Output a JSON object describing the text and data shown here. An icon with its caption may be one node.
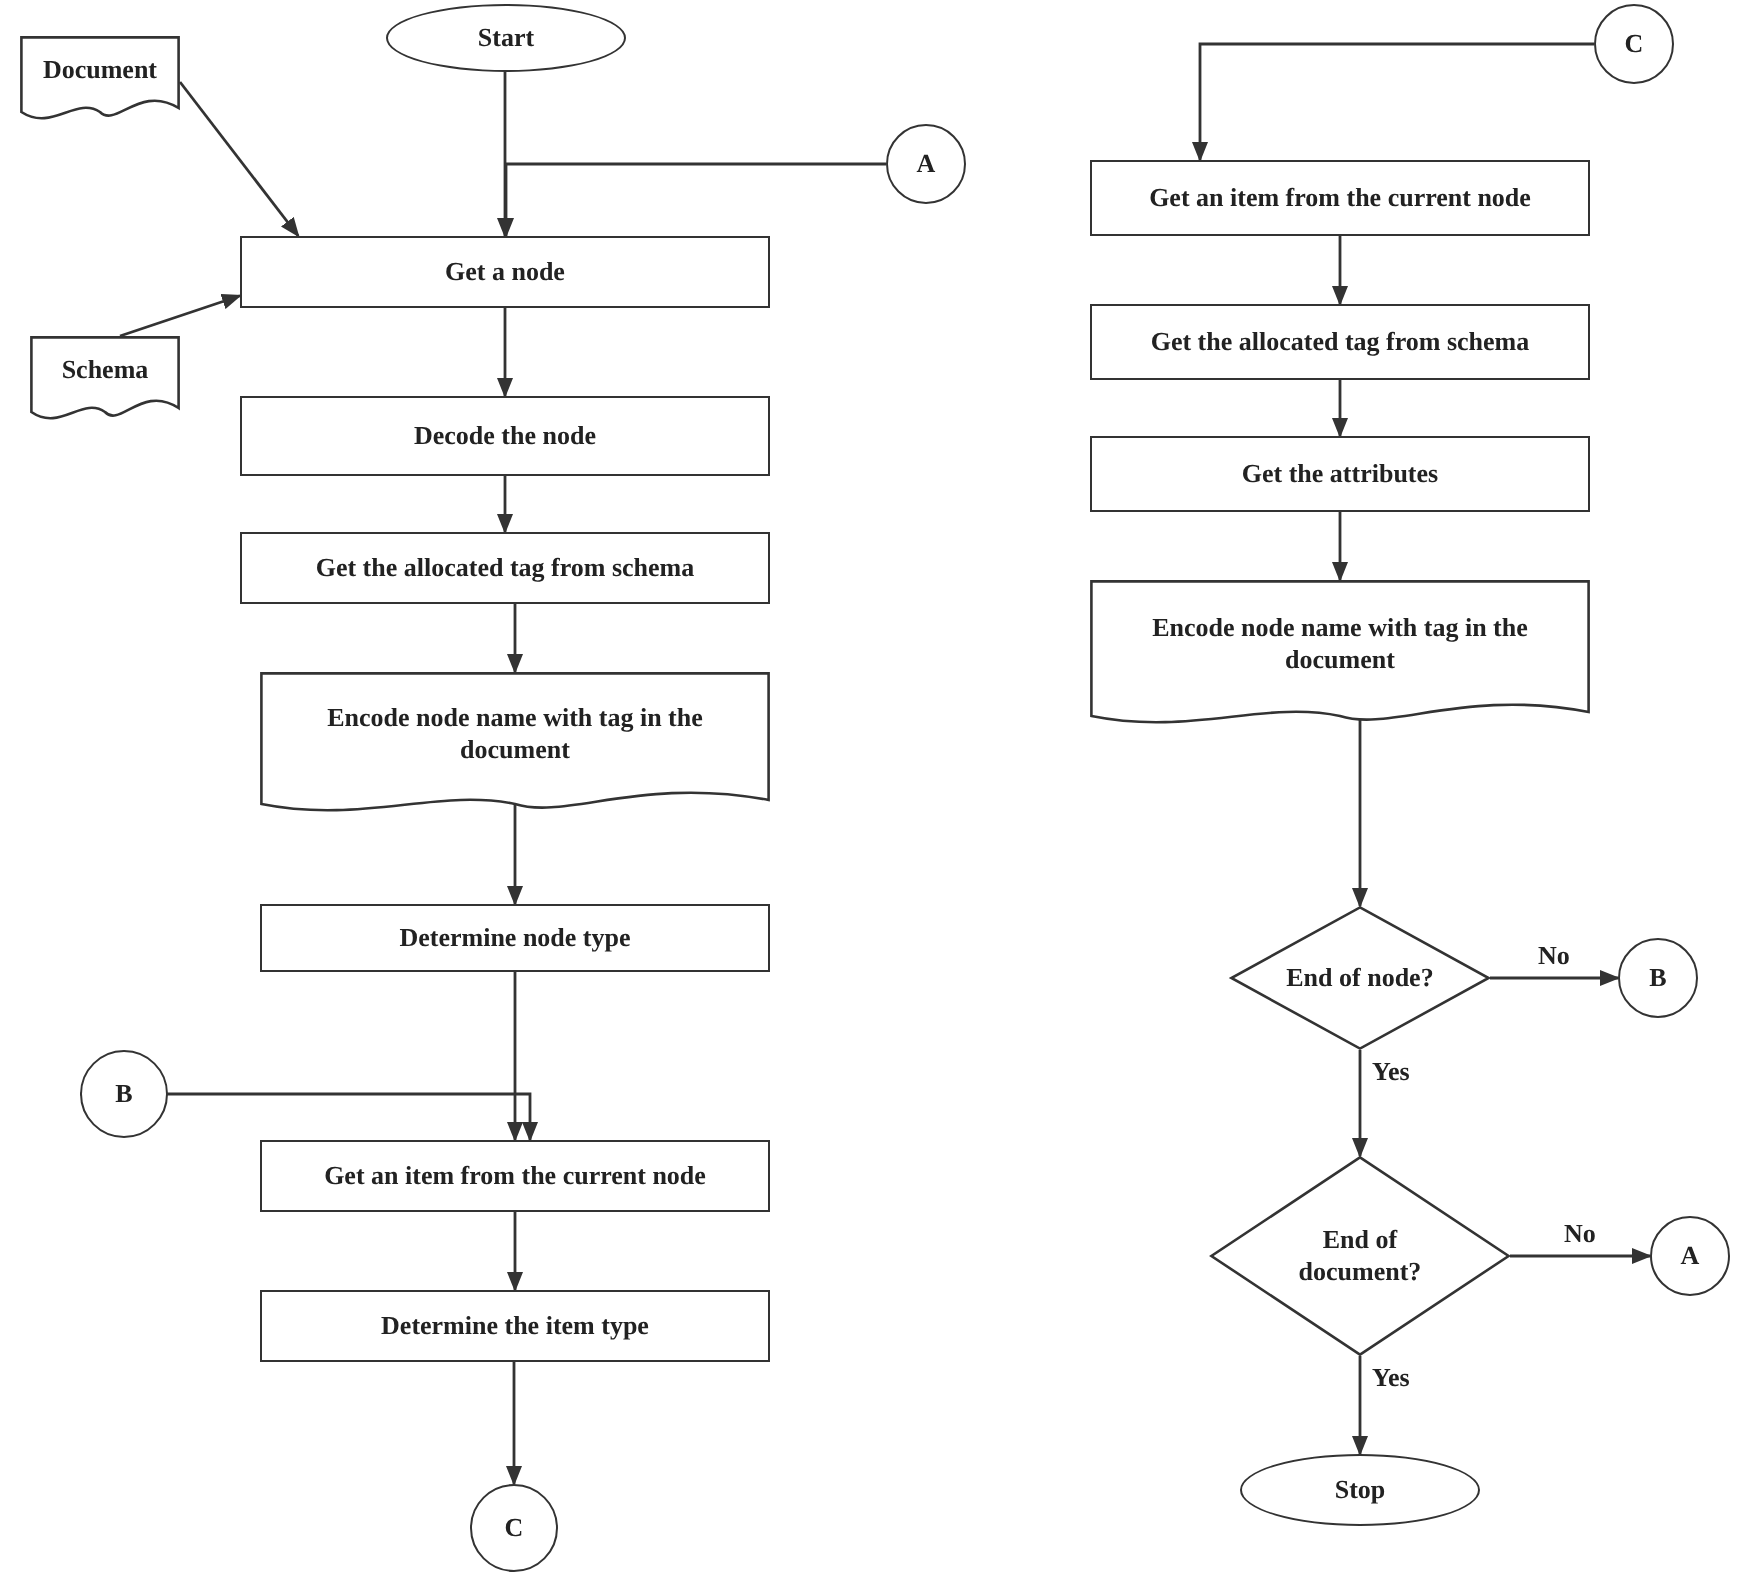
{
  "diagram": {
    "nodes": [
      {
        "text": [
          "Start"
        ]
      },
      {
        "text": [
          "Document"
        ]
      },
      {
        "text": [
          "A"
        ]
      },
      {
        "text": [
          "Get a node"
        ]
      },
      {
        "text": [
          "Schema"
        ]
      },
      {
        "text": [
          "Decode the node"
        ]
      },
      {
        "text": [
          "Get the allocated tag from schema"
        ]
      },
      {
        "text": [
          "Encode node name with tag in the document"
        ]
      },
      {
        "text": [
          "Determine node type"
        ]
      },
      {
        "text": [
          "B"
        ]
      },
      {
        "text": [
          "Get an item from the current node"
        ]
      },
      {
        "text": [
          "Determine the item type"
        ]
      },
      {
        "text": [
          "C"
        ]
      },
      {
        "text": [
          "C"
        ]
      },
      {
        "text": [
          "Get an item from the current node"
        ]
      },
      {
        "text": [
          "Get the allocated tag from schema"
        ]
      },
      {
        "text": [
          "Get the attributes"
        ]
      },
      {
        "text": [
          "Encode node name with tag in the document"
        ]
      },
      {
        "text": [
          "End of node?"
        ]
      },
      {
        "text": [
          "B"
        ]
      },
      {
        "text": [
          "End of document?"
        ]
      },
      {
        "text": [
          "A"
        ]
      },
      {
        "text": [
          "Stop"
        ]
      }
    ],
    "edges": [
      {
        "from": 0,
        "to": 3,
        "arrow": "to"
      },
      {
        "from": 2,
        "to": 3,
        "arrow": "to"
      },
      {
        "from": 1,
        "to": 3,
        "arrow": "to"
      },
      {
        "from": 4,
        "to": 3,
        "arrow": "to"
      },
      {
        "from": 3,
        "to": 5,
        "arrow": "to"
      },
      {
        "from": 5,
        "to": 6,
        "arrow": "to"
      },
      {
        "from": 6,
        "to": 7,
        "arrow": "to"
      },
      {
        "from": 7,
        "to": 8,
        "arrow": "to"
      },
      {
        "from": 8,
        "to": 10,
        "arrow": "to"
      },
      {
        "from": 9,
        "to": 10,
        "arrow": "to"
      },
      {
        "from": 10,
        "to": 11,
        "arrow": "to"
      },
      {
        "from": 11,
        "to": 12,
        "arrow": "to"
      },
      {
        "from": 13,
        "to": 14,
        "arrow": "to"
      },
      {
        "from": 14,
        "to": 15,
        "arrow": "to"
      },
      {
        "from": 15,
        "to": 16,
        "arrow": "to"
      },
      {
        "from": 16,
        "to": 17,
        "arrow": "to"
      },
      {
        "from": 17,
        "to": 18,
        "arrow": "to"
      },
      {
        "from": 18,
        "to": 19,
        "arrow": "to",
        "label": "No"
      },
      {
        "from": 18,
        "to": 20,
        "arrow": "to",
        "label": "Yes"
      },
      {
        "from": 20,
        "to": 21,
        "arrow": "to",
        "label": "No"
      },
      {
        "from": 20,
        "to": 22,
        "arrow": "to",
        "label": "Yes"
      }
    ]
  }
}
